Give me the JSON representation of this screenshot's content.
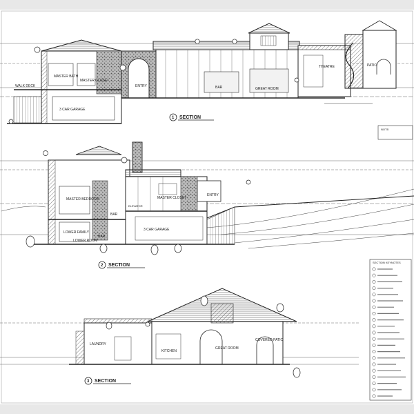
{
  "sections": [
    {
      "number": "1",
      "title": "SECTION",
      "rooms": [
        "WALK DECK",
        "MASTER BATH",
        "MASTER CLOSET",
        "3 CAR GARAGE",
        "ENTRY",
        "BAR",
        "GREAT ROOM",
        "THEATRE",
        "PATIO"
      ]
    },
    {
      "number": "2",
      "title": "SECTION",
      "rooms": [
        "MASTER BEDROOM",
        "MASTER CLOSET",
        "LOWER FAMILY",
        "BAR",
        "BAR",
        "ELEVATOR",
        "3 CAR GARAGE",
        "LOWER ROOM",
        "ENTRY"
      ]
    },
    {
      "number": "3",
      "title": "SECTION",
      "rooms": [
        "LAUNDRY",
        "KITCHEN",
        "GREAT ROOM",
        "COVERED PATIO"
      ]
    }
  ],
  "keynotes": {
    "title": "SECTION KEYNOTES",
    "count": 21
  },
  "note_title": "NOTE:"
}
